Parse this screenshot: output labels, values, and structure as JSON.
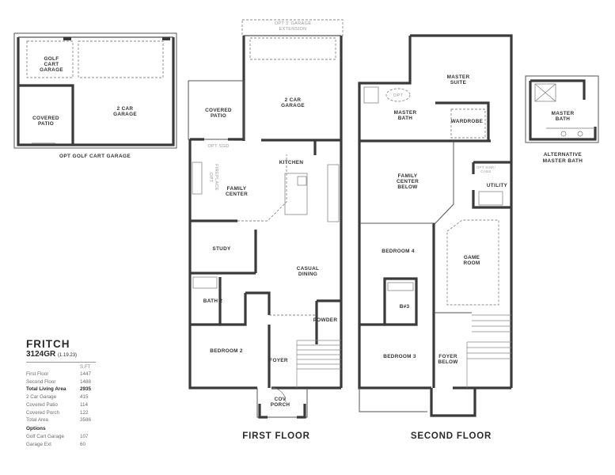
{
  "plan": {
    "name": "FRITCH",
    "code": "3124GR",
    "revision": "(1.19.23)",
    "sqft_header": "S.FT",
    "areas": [
      {
        "label": "First Floor",
        "value": "1447",
        "bold": false
      },
      {
        "label": "Second Floor",
        "value": "1488",
        "bold": false
      },
      {
        "label": "Total Living Area",
        "value": "2935",
        "bold": true
      },
      {
        "label": "2 Car Garage",
        "value": "415",
        "bold": false
      },
      {
        "label": "Covered Patio",
        "value": "114",
        "bold": false
      },
      {
        "label": "Covered Porch",
        "value": "122",
        "bold": false
      },
      {
        "label": "Total Area",
        "value": "3586",
        "bold": false
      }
    ],
    "options_header": "Options",
    "options": [
      {
        "label": "Golf Cart Garage",
        "value": "107"
      },
      {
        "label": "Garage Ext",
        "value": "60"
      }
    ]
  },
  "golf_cart_option": {
    "caption": "OPT GOLF CART GARAGE",
    "rooms": {
      "golf_cart_1": "GOLF",
      "golf_cart_2": "CART",
      "golf_cart_3": "GARAGE",
      "garage_1": "2 CAR",
      "garage_2": "GARAGE",
      "patio_1": "COVERED",
      "patio_2": "PATIO"
    }
  },
  "first_floor": {
    "title": "FIRST FLOOR",
    "rooms": {
      "garage_ext_1": "OPT 3' GARAGE",
      "garage_ext_2": "EXTENSION",
      "garage_1": "2 CAR",
      "garage_2": "GARAGE",
      "patio_1": "COVERED",
      "patio_2": "PATIO",
      "opt_sgd": "OPT SGD",
      "fireplace_1": "OPT",
      "fireplace_2": "FIREPLACE",
      "kitchen": "KITCHEN",
      "family_1": "FAMILY",
      "family_2": "CENTER",
      "study": "STUDY",
      "dining_1": "CASUAL",
      "dining_2": "DINING",
      "bath2": "BATH 2",
      "powder": "POWDER",
      "bedroom2": "BEDROOM 2",
      "foyer": "FOYER",
      "porch_1": "COV",
      "porch_2": "PORCH"
    }
  },
  "second_floor": {
    "title": "SECOND FLOOR",
    "rooms": {
      "suite_1": "MASTER",
      "suite_2": "SUITE",
      "opt": "OPT",
      "mbath_1": "MASTER",
      "mbath_2": "BATH",
      "wardrobe": "WARDROBE",
      "family_1": "FAMILY",
      "family_2": "CENTER",
      "family_3": "BELOW",
      "opt_sink_1": "OPT SINK/",
      "opt_sink_2": "CABS",
      "utility": "UTILITY",
      "bedroom4": "BEDROOM 4",
      "game_1": "GAME",
      "game_2": "ROOM",
      "b3": "B#3",
      "bedroom3": "BEDROOM 3",
      "foyer_1": "FOYER",
      "foyer_2": "BELOW"
    }
  },
  "alt_master_bath": {
    "caption_1": "ALTERNATIVE",
    "caption_2": "MASTER BATH",
    "rooms": {
      "mbath_1": "MASTER",
      "mbath_2": "BATH"
    }
  }
}
